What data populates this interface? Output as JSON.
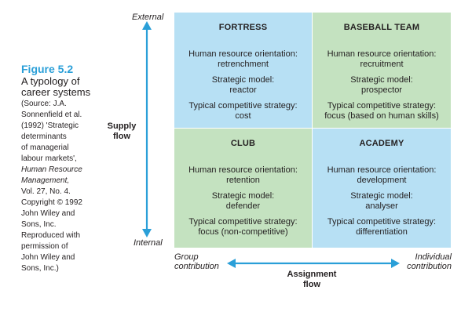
{
  "caption": {
    "title": "Figure 5.2",
    "description": [
      "A typology of",
      "career systems"
    ],
    "source_lines": [
      {
        "text": "(Source: J.A.",
        "italic": false
      },
      {
        "text": "Sonnenfield et al.",
        "italic": false
      },
      {
        "text": "(1992) 'Strategic",
        "italic": false
      },
      {
        "text": "determinants",
        "italic": false
      },
      {
        "text": "of managerial",
        "italic": false
      },
      {
        "text": "labour markets',",
        "italic": false
      },
      {
        "text": "Human Resource",
        "italic": true
      },
      {
        "text": "Management,",
        "italic": true
      },
      {
        "text": "Vol. 27, No. 4.",
        "italic": false
      },
      {
        "text": "Copyright © 1992",
        "italic": false
      },
      {
        "text": "John Wiley and",
        "italic": false
      },
      {
        "text": "Sons, Inc.",
        "italic": false
      },
      {
        "text": "Reproduced with",
        "italic": false
      },
      {
        "text": "permission of",
        "italic": false
      },
      {
        "text": "John Wiley and",
        "italic": false
      },
      {
        "text": "Sons, Inc.)",
        "italic": false
      }
    ]
  },
  "axes": {
    "vertical": {
      "top_label": "External",
      "bottom_label": "Internal",
      "title_line1": "Supply",
      "title_line2": "flow"
    },
    "horizontal": {
      "left_label_line1": "Group",
      "left_label_line2": "contribution",
      "right_label_line1": "Individual",
      "right_label_line2": "contribution",
      "title_line1": "Assignment",
      "title_line2": "flow"
    }
  },
  "quadrants": {
    "fortress": {
      "title": "FORTRESS",
      "hr_label": "Human resource orientation:",
      "hr_value": "retrenchment",
      "model_label": "Strategic model:",
      "model_value": "reactor",
      "strategy_label": "Typical competitive strategy:",
      "strategy_value": "cost",
      "color": "#b7e0f4"
    },
    "baseball": {
      "title": "BASEBALL TEAM",
      "hr_label": "Human resource orientation:",
      "hr_value": "recruitment",
      "model_label": "Strategic model:",
      "model_value": "prospector",
      "strategy_label": "Typical competitive strategy:",
      "strategy_value": "focus (based on human skills)",
      "color": "#c4e2c0"
    },
    "club": {
      "title": "CLUB",
      "hr_label": "Human resource orientation:",
      "hr_value": "retention",
      "model_label": "Strategic model:",
      "model_value": "defender",
      "strategy_label": "Typical competitive strategy:",
      "strategy_value": "focus (non-competitive)",
      "color": "#c4e2c0"
    },
    "academy": {
      "title": "ACADEMY",
      "hr_label": "Human resource orientation:",
      "hr_value": "development",
      "model_label": "Strategic model:",
      "model_value": "analyser",
      "strategy_label": "Typical competitive strategy:",
      "strategy_value": "differentiation",
      "color": "#b7e0f4"
    }
  },
  "colors": {
    "arrow": "#2a9fd8",
    "title_accent": "#2a9fd8"
  }
}
